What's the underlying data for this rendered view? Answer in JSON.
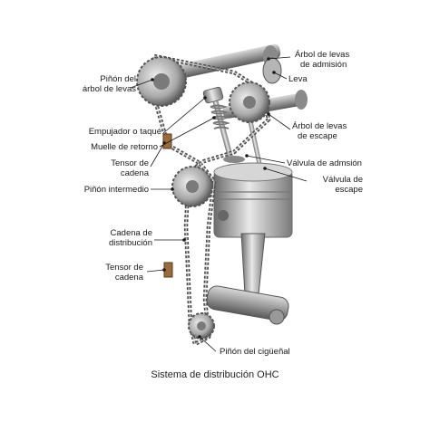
{
  "labels": {
    "arbol_admision_1": "Árbol de levas",
    "arbol_admision_2": "de admisión",
    "leva": "Leva",
    "pinon_arbol_1": "Piñón del",
    "pinon_arbol_2": "árbol de levas",
    "arbol_escape_1": "Árbol de levas",
    "arbol_escape_2": "de escape",
    "empujador": "Empujador o taqué",
    "muelle": "Muelle de retorno",
    "tensor_sup_1": "Tensor de",
    "tensor_sup_2": "cadena",
    "valvula_admision": "Válvula de admsión",
    "valvula_escape_1": "Válvula de",
    "valvula_escape_2": "escape",
    "pinon_intermedio": "Piñón intermedio",
    "cadena_1": "Cadena de",
    "cadena_2": "distribución",
    "tensor_inf_1": "Tensor de",
    "tensor_inf_2": "cadena",
    "pinon_ciguenal": "Piñón del cigüeñal"
  },
  "caption": "Sistema de distribución OHC"
}
